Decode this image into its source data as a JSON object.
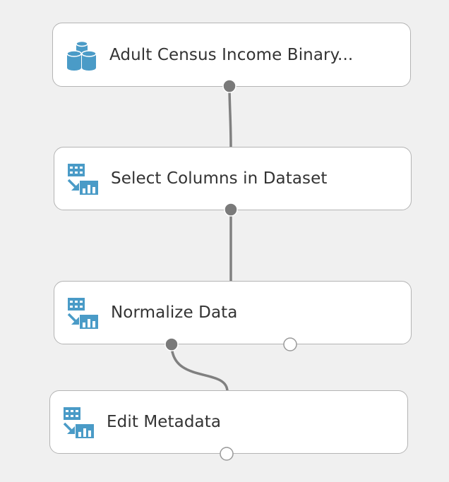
{
  "nodes": [
    {
      "id": "n1",
      "label": "Adult Census Income Binary...",
      "icon": "database-icon"
    },
    {
      "id": "n2",
      "label": "Select Columns in Dataset",
      "icon": "data-transform-icon"
    },
    {
      "id": "n3",
      "label": "Normalize Data",
      "icon": "data-transform-icon"
    },
    {
      "id": "n4",
      "label": "Edit Metadata",
      "icon": "data-transform-icon"
    }
  ],
  "colors": {
    "background": "#f0f0f0",
    "node_fill": "#ffffff",
    "node_border": "#b4b4b4",
    "icon": "#4a9bc7",
    "wire": "#808080",
    "port_connected": "#7a7a7a",
    "port_empty": "#ffffff"
  }
}
